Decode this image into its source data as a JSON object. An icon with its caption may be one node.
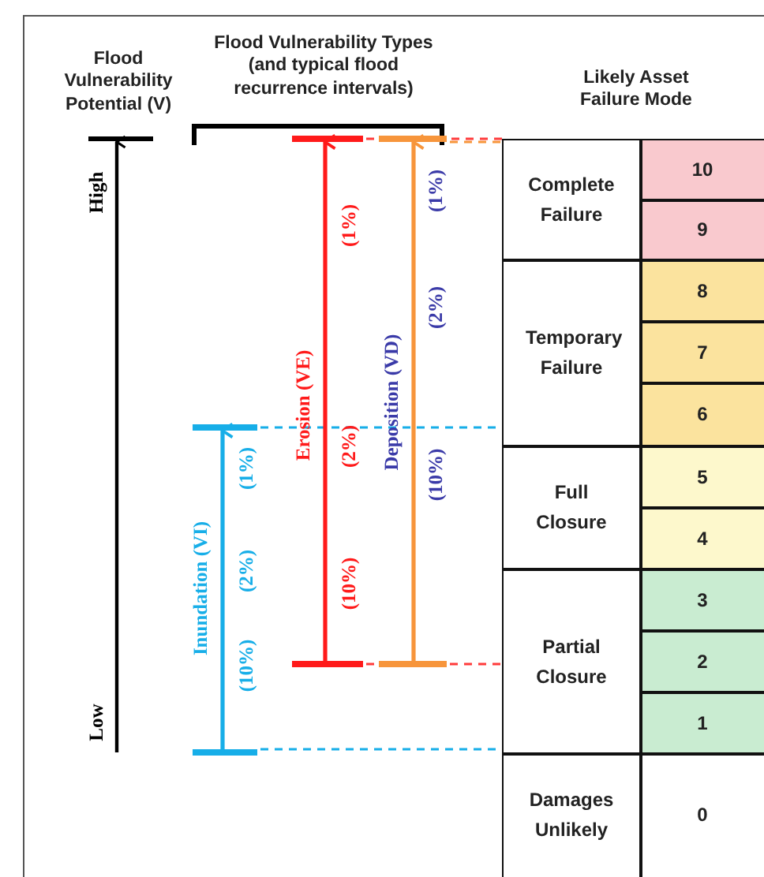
{
  "diagram": {
    "labels": [
      "Flood Vulnerability Potential (V)",
      "Flood Vulnerability Types (and typical flood recurrence intervals)",
      "Likely Asset Failure Mode",
      "High",
      "Low",
      "Inundation (VI)",
      "(1%)",
      "(2%)",
      "(10%)",
      "Erosion (VE)",
      "(1%)",
      "(2%)",
      "(10%)",
      "Deposition (VD)",
      "(1%)",
      "(2%)",
      "(10%)",
      "Complete Failure",
      "10",
      "9",
      "Temporary Failure",
      "8",
      "7",
      "6",
      "Full Closure",
      "5",
      "4",
      "Partial Closure",
      "3",
      "2",
      "1",
      "Damages Unlikely",
      "0"
    ]
  }
}
